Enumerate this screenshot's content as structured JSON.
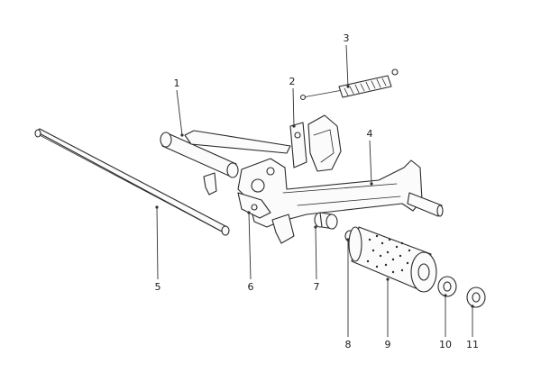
{
  "diagram": {
    "callouts": [
      {
        "id": "1",
        "label": "1"
      },
      {
        "id": "2",
        "label": "2"
      },
      {
        "id": "3",
        "label": "3"
      },
      {
        "id": "4",
        "label": "4"
      },
      {
        "id": "5",
        "label": "5"
      },
      {
        "id": "6",
        "label": "6"
      },
      {
        "id": "7",
        "label": "7"
      },
      {
        "id": "8",
        "label": "8"
      },
      {
        "id": "9",
        "label": "9"
      },
      {
        "id": "10",
        "label": "10"
      },
      {
        "id": "11",
        "label": "11"
      }
    ],
    "colors": {
      "line": "#2a2a2a",
      "background": "#ffffff"
    }
  }
}
